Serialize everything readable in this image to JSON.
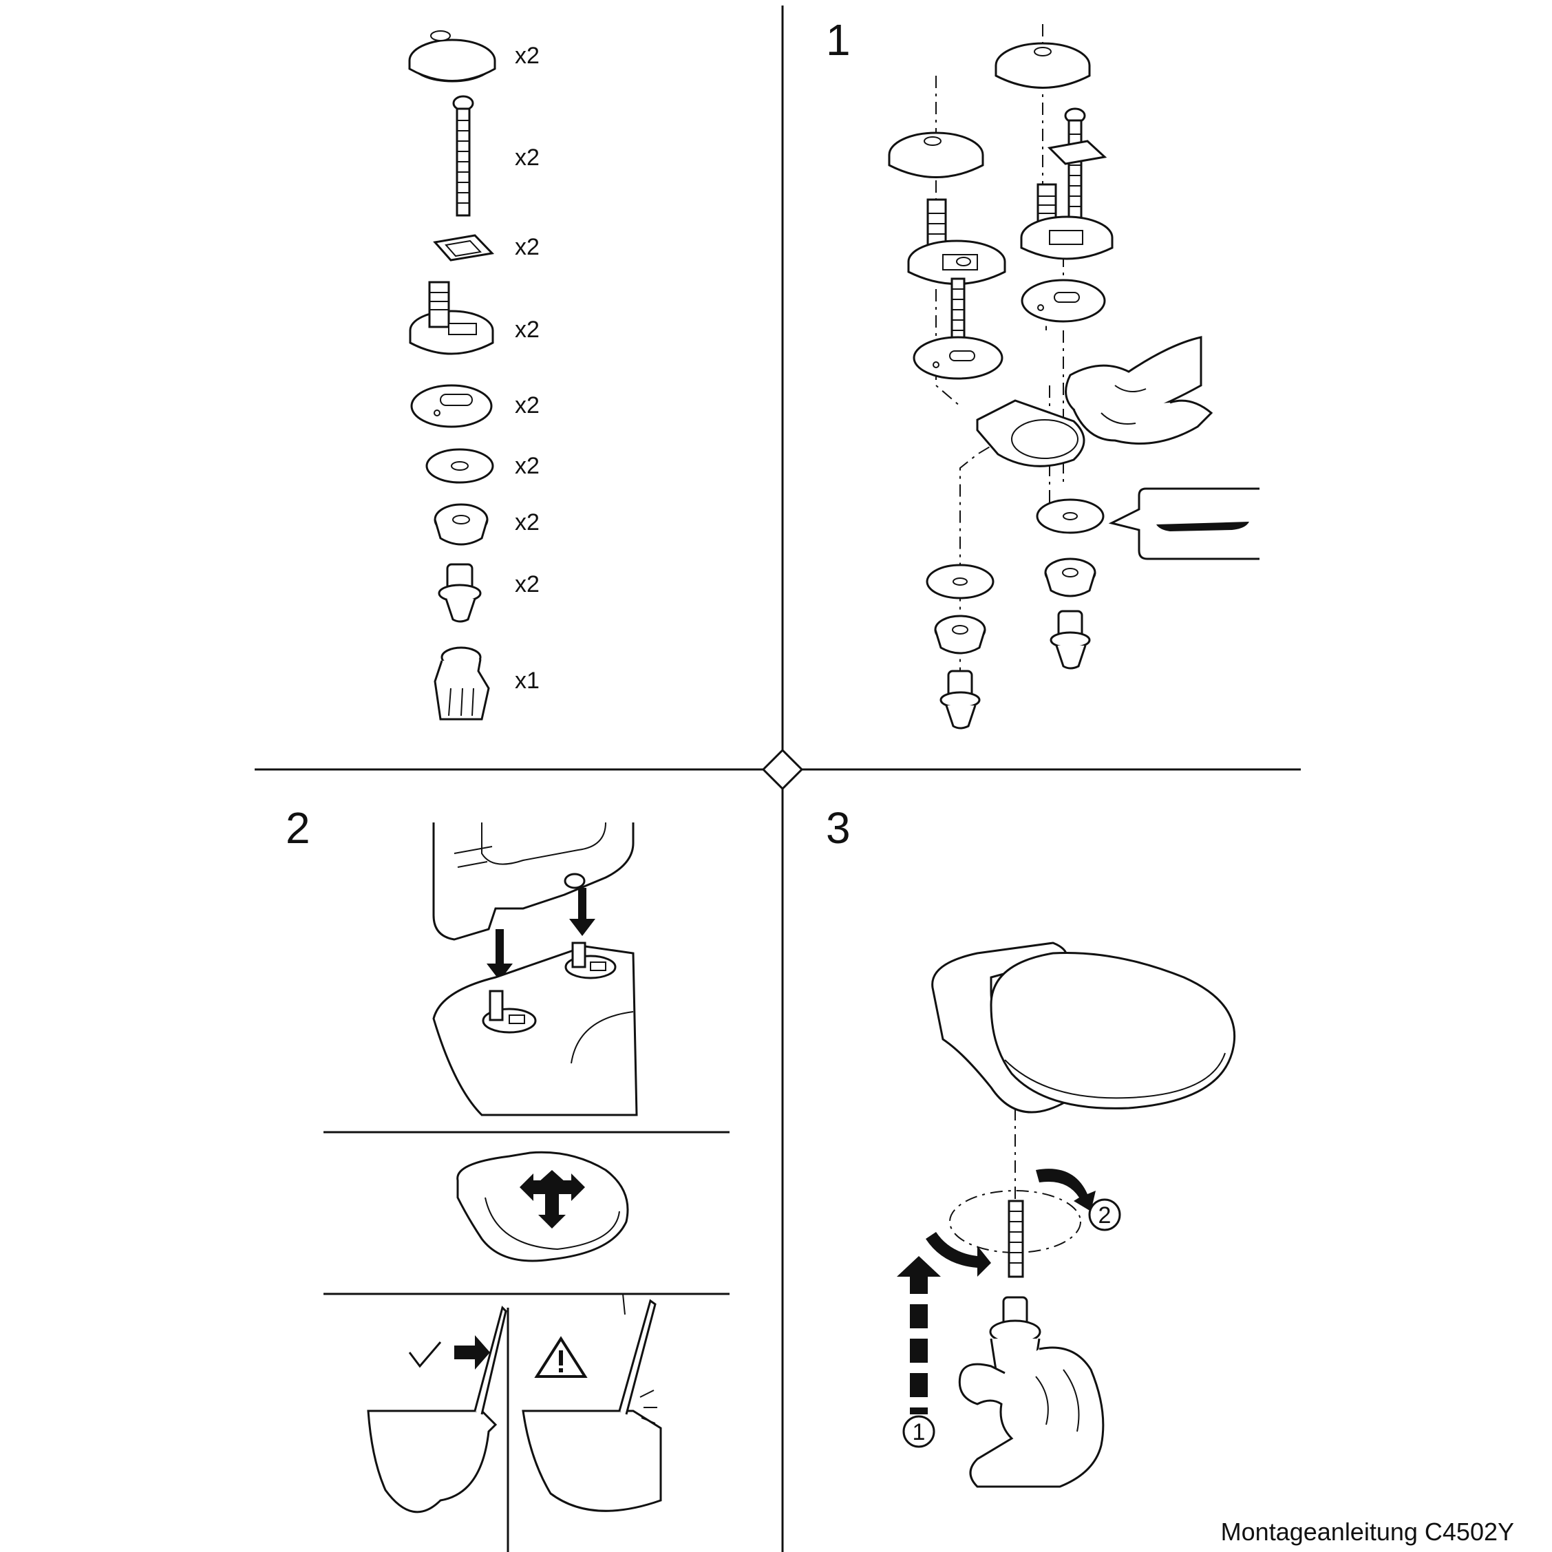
{
  "parts": [
    {
      "name": "cover-cap",
      "qty": "x2"
    },
    {
      "name": "hinge-bolt",
      "qty": "x2"
    },
    {
      "name": "rectangular-washer",
      "qty": "x2"
    },
    {
      "name": "hinge-pin-base",
      "qty": "x2"
    },
    {
      "name": "base-plate",
      "qty": "x2"
    },
    {
      "name": "flat-washer",
      "qty": "x2"
    },
    {
      "name": "rubber-washer",
      "qty": "x2"
    },
    {
      "name": "expansion-plug",
      "qty": "x2"
    },
    {
      "name": "mounting-tool",
      "qty": "x1"
    }
  ],
  "steps": {
    "step1": "1",
    "step2": "2",
    "step3": "3"
  },
  "step3_markers": {
    "first": "1",
    "second": "2"
  },
  "footer": {
    "document_title": "Montageanleitung C4502Y"
  }
}
